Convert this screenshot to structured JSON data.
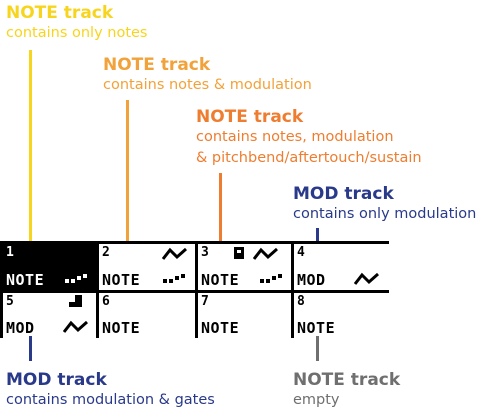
{
  "colors": {
    "note_only": "#f7d51e",
    "note_mod": "#f1a23a",
    "note_full": "#ee7d30",
    "mod": "#2a3a8a",
    "empty": "#6f6f6f"
  },
  "callouts": {
    "note_only": {
      "title": "NOTE track",
      "desc": "contains only notes"
    },
    "note_mod": {
      "title": "NOTE track",
      "desc": "contains notes & modulation"
    },
    "note_full": {
      "title": "NOTE track",
      "desc1": "contains notes, modulation",
      "desc2": "& pitchbend/aftertouch/sustain"
    },
    "mod_only": {
      "title": "MOD track",
      "desc": "contains only modulation"
    },
    "mod_gates": {
      "title": "MOD track",
      "desc": "contains modulation & gates"
    },
    "empty": {
      "title": "NOTE track",
      "desc": "empty"
    }
  },
  "tracks": [
    {
      "num": "1",
      "type": "NOTE",
      "icons": [
        "notes-icon"
      ],
      "selected": true
    },
    {
      "num": "2",
      "type": "NOTE",
      "icons": [
        "notes-icon",
        "modulation-icon"
      ],
      "selected": false
    },
    {
      "num": "3",
      "type": "NOTE",
      "icons": [
        "notes-icon",
        "pitchbend-icon",
        "modulation-icon"
      ],
      "selected": false
    },
    {
      "num": "4",
      "type": "MOD",
      "icons": [
        "modulation-icon"
      ],
      "selected": false
    },
    {
      "num": "5",
      "type": "MOD",
      "icons": [
        "gate-icon",
        "modulation-icon"
      ],
      "selected": false
    },
    {
      "num": "6",
      "type": "NOTE",
      "icons": [],
      "selected": false
    },
    {
      "num": "7",
      "type": "NOTE",
      "icons": [],
      "selected": false
    },
    {
      "num": "8",
      "type": "NOTE",
      "icons": [],
      "selected": false
    }
  ]
}
